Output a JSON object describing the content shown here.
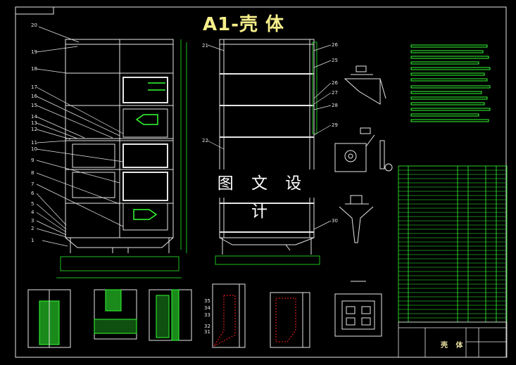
{
  "drawing": {
    "title": "A1-壳 体",
    "watermark": "图 文 设 计",
    "title_block_name": "壳 体",
    "front_view_callouts": [
      "20",
      "19",
      "18",
      "17",
      "16",
      "15",
      "14",
      "13",
      "12",
      "11",
      "10",
      "9",
      "8",
      "7",
      "6",
      "5",
      "4",
      "3",
      "2",
      "1"
    ],
    "side_view_callouts": [
      "21",
      "22",
      "26",
      "25",
      "26",
      "27",
      "28",
      "29",
      "30"
    ],
    "detail_callouts": [
      "35",
      "34",
      "33",
      "32",
      "31"
    ],
    "colors": {
      "background": "#000000",
      "linework": "#e6e6e6",
      "highlight": "#33ff33",
      "dimension": "#1fbf1f",
      "accent": "#ff2020",
      "title": "#f5ee8a"
    }
  }
}
